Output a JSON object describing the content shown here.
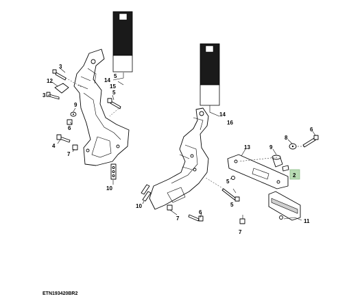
{
  "figure_code": "ETN193420BR2",
  "callouts": {
    "c3a": "3",
    "c12": "12",
    "c3b": "3",
    "c14a": "14",
    "c15": "15",
    "c5a": "5",
    "c5b": "5",
    "c9a": "9",
    "c6a": "6",
    "c4": "4",
    "c7a": "7",
    "c10a": "10",
    "c14b": "14",
    "c16": "16",
    "c13": "13",
    "c9b": "9",
    "c8": "8",
    "c6b": "6",
    "c2": "2",
    "c5c": "5",
    "c10b": "10",
    "c5d": "5",
    "c7b": "7",
    "c6c": "6",
    "c7c": "7",
    "c11": "11"
  },
  "highlight_color": "#b7dbb3",
  "icons": {
    "decal": "warning-decal",
    "bolt": "bolt-icon",
    "washer": "washer-icon",
    "nut": "nut-icon"
  }
}
